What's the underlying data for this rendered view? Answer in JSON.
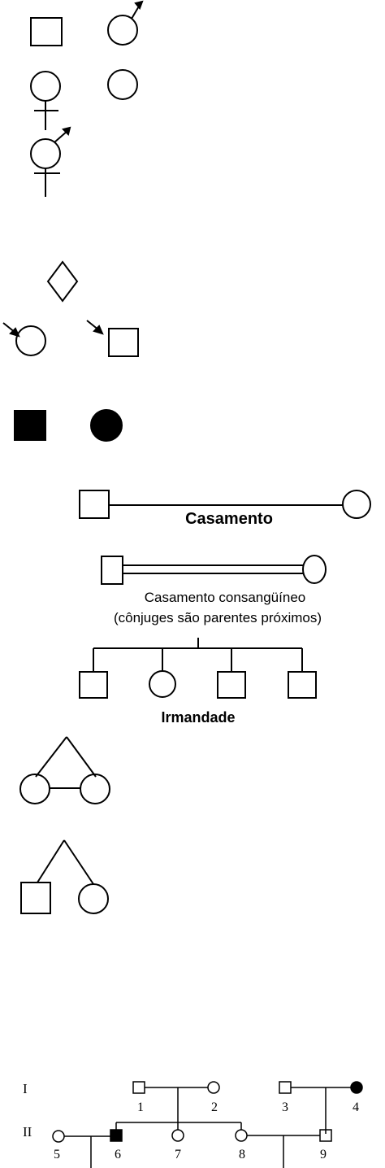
{
  "labels": {
    "marriage": "Casamento",
    "consanguineous_line1": "Casamento consangüíneo",
    "consanguineous_line2": "(cônjuges são parentes próximos)",
    "siblings": "Irmandade"
  },
  "pedigree": {
    "generations": [
      "I",
      "II"
    ],
    "individuals": [
      "1",
      "2",
      "3",
      "4",
      "5",
      "6",
      "7",
      "8",
      "9"
    ]
  }
}
